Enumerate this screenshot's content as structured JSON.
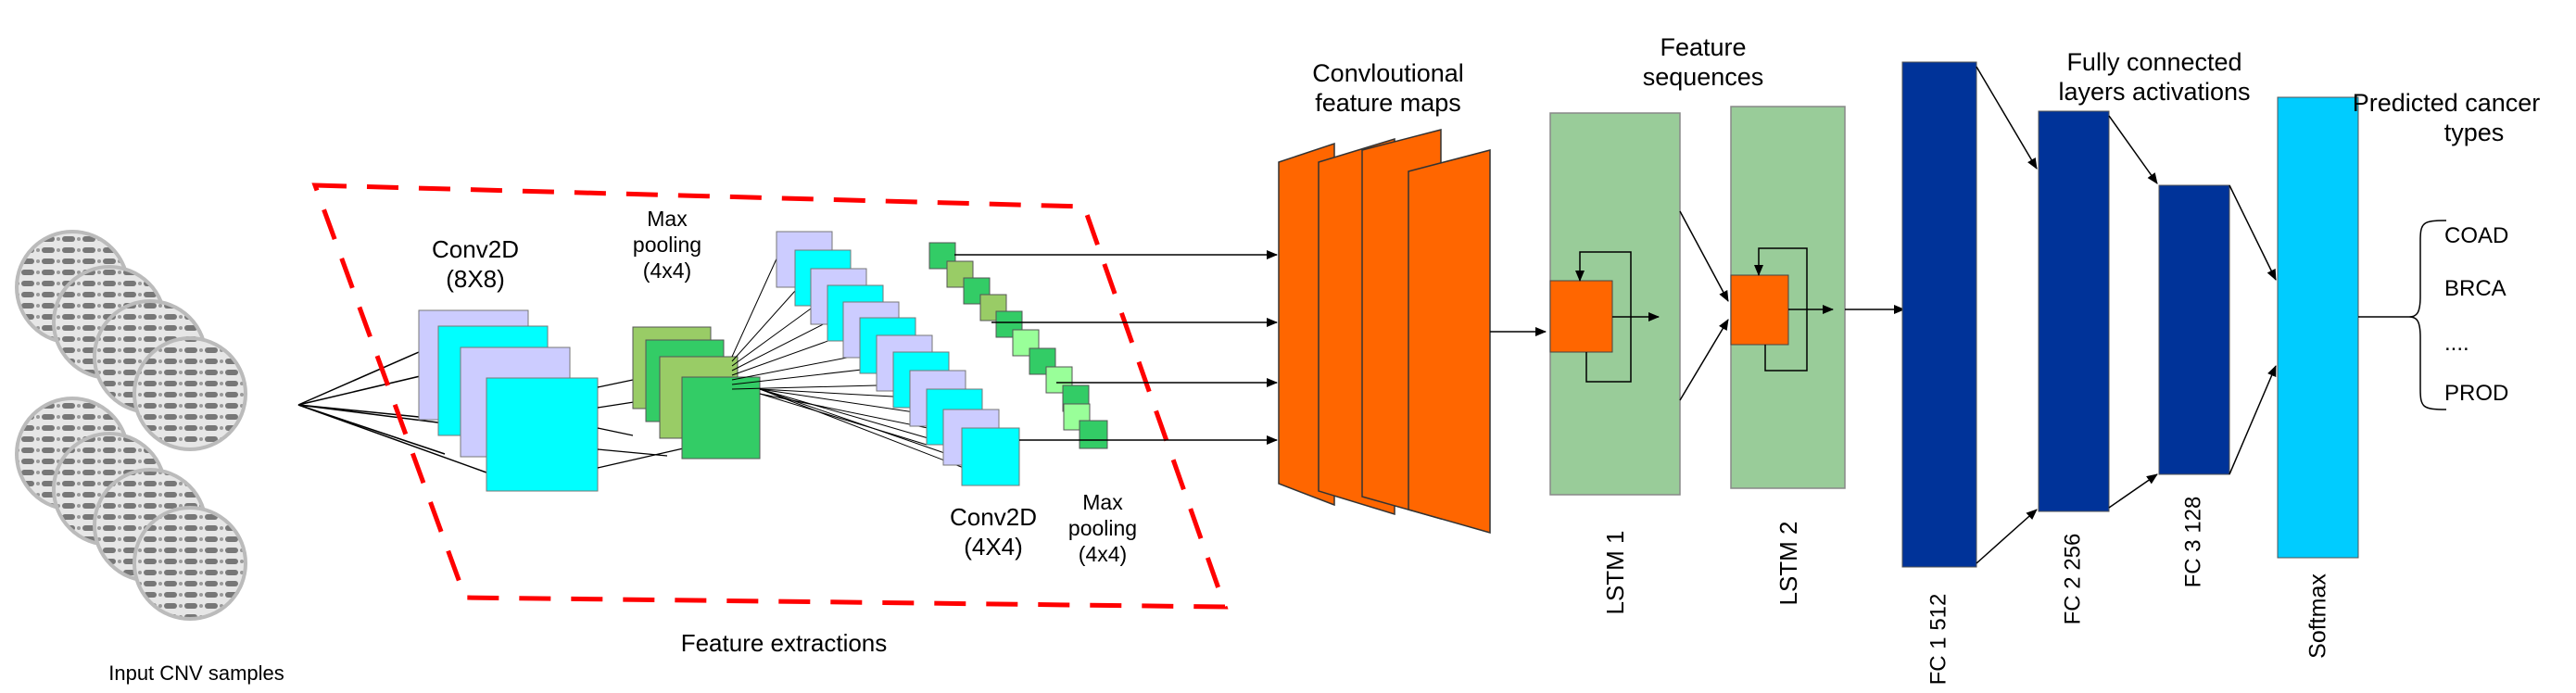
{
  "input": {
    "caption": "Input CNV samples"
  },
  "conv1": {
    "name": "Conv2D",
    "size": "(8X8)"
  },
  "pool1": {
    "name": "Max",
    "name2": "pooling",
    "size": "(4x4)"
  },
  "conv2": {
    "name": "Conv2D",
    "size": "(4X4)"
  },
  "pool2": {
    "name": "Max",
    "name2": "pooling",
    "size": "(4x4)"
  },
  "feature_extraction": {
    "label": "Feature extractions"
  },
  "feature_maps": {
    "title_line1": "Convloutional",
    "title_line2": "feature maps"
  },
  "sequences": {
    "title_line1": "Feature",
    "title_line2": "sequences"
  },
  "lstm": [
    "LSTM 1",
    "LSTM 2"
  ],
  "fc_title": {
    "line1": "Fully connected",
    "line2": "layers activations"
  },
  "fc_layers": [
    "FC 1 512",
    "FC 2 256",
    "FC 3 128"
  ],
  "softmax": {
    "label": "Softmax"
  },
  "output": {
    "title_line1": "Predicted cancer",
    "title_line2": "types",
    "classes": [
      "COAD",
      "BRCA",
      "....",
      "PROD"
    ]
  },
  "colors": {
    "orange": "#ff6600",
    "lstm_green": "#99cc99",
    "fc_blue": "#003399",
    "softmax_cyan": "#00ccff",
    "conv_lavender": "#ccccff",
    "conv_cyan": "#00ffff",
    "pool_green": "#33cc66",
    "pool_light_green": "#99cc66",
    "dash_red": "#ff0000"
  }
}
